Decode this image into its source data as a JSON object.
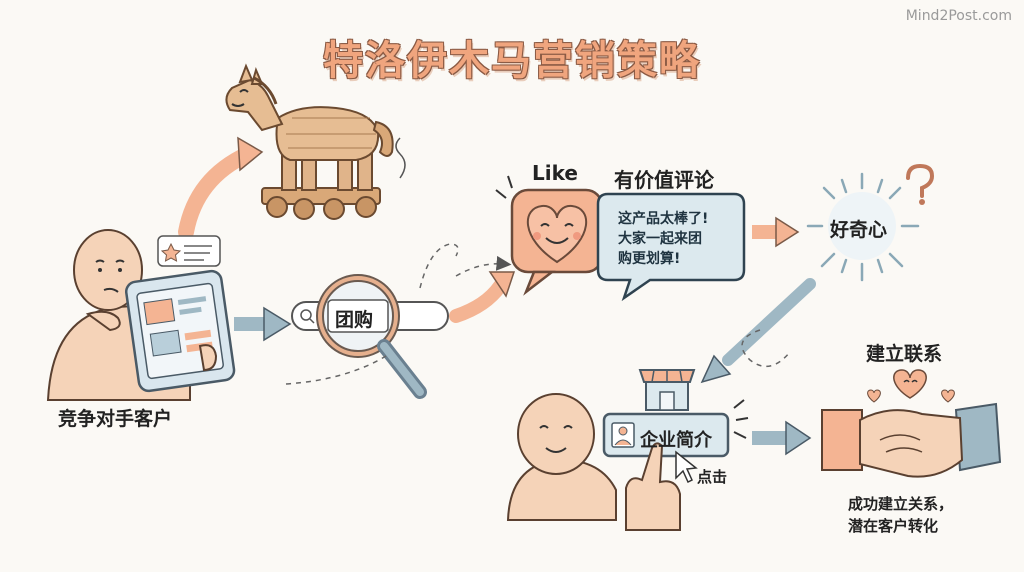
{
  "title": "特洛伊木马营销策略",
  "watermark": "Mind2Post.com",
  "labels": {
    "competitor": "竞争对手客户",
    "like": "Like",
    "valuable_review": "有价值评论",
    "curiosity": "好奇心",
    "connect": "建立联系",
    "click": "点击"
  },
  "search_term": "团购",
  "review_bubble": [
    "这产品太棒了!",
    "大家一起来团",
    "购更划算!"
  ],
  "company_profile": "企业简介",
  "result": [
    "成功建立关系，",
    "潜在客户转化"
  ],
  "colors": {
    "accent_orange": "#f4b493",
    "arrow_blue": "#9fb8c4",
    "bubble_fill": "#dce9ee",
    "skin": "#f5d3b8",
    "wood": "#e0b48a"
  },
  "icons": [
    "trojan-horse-icon",
    "tablet-icon",
    "magnifier-icon",
    "heart-like-icon",
    "star-review-icon",
    "burst-icon",
    "question-mark-icon",
    "store-icon",
    "handshake-icon",
    "pointing-hand-icon",
    "cursor-icon"
  ]
}
